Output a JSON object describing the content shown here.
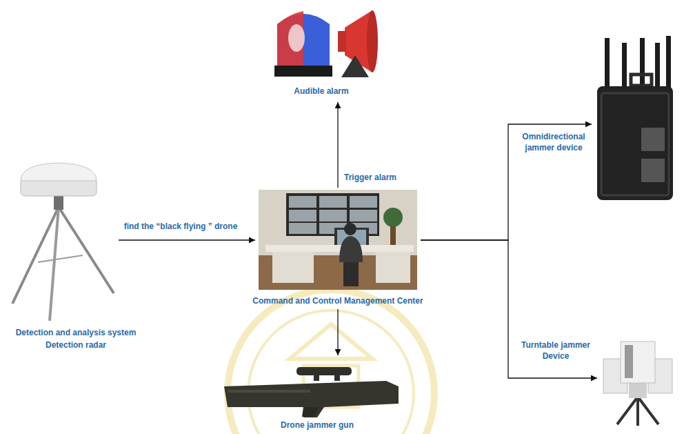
{
  "diagram": {
    "nodes": [
      {
        "text": [
          "Detection and analysis system",
          "Detection radar"
        ]
      },
      {
        "text": [
          "Command and Control Management Center"
        ]
      },
      {
        "text": [
          "Audible alarm"
        ]
      },
      {
        "text": [
          "Omnidirectional jammer device"
        ]
      },
      {
        "text": [
          "Turntable jammer Device"
        ]
      },
      {
        "text": [
          "Drone jammer gun"
        ]
      }
    ],
    "edges": [
      {
        "from": 0,
        "to": 1,
        "arrow": "to",
        "label": "find the “black flying ” drone"
      },
      {
        "from": 1,
        "to": 2,
        "arrow": "to",
        "label": "Trigger alarm"
      },
      {
        "from": 1,
        "to": 3,
        "arrow": "to"
      },
      {
        "from": 1,
        "to": 4,
        "arrow": "to"
      },
      {
        "from": 1,
        "to": 5,
        "arrow": "to"
      }
    ]
  }
}
